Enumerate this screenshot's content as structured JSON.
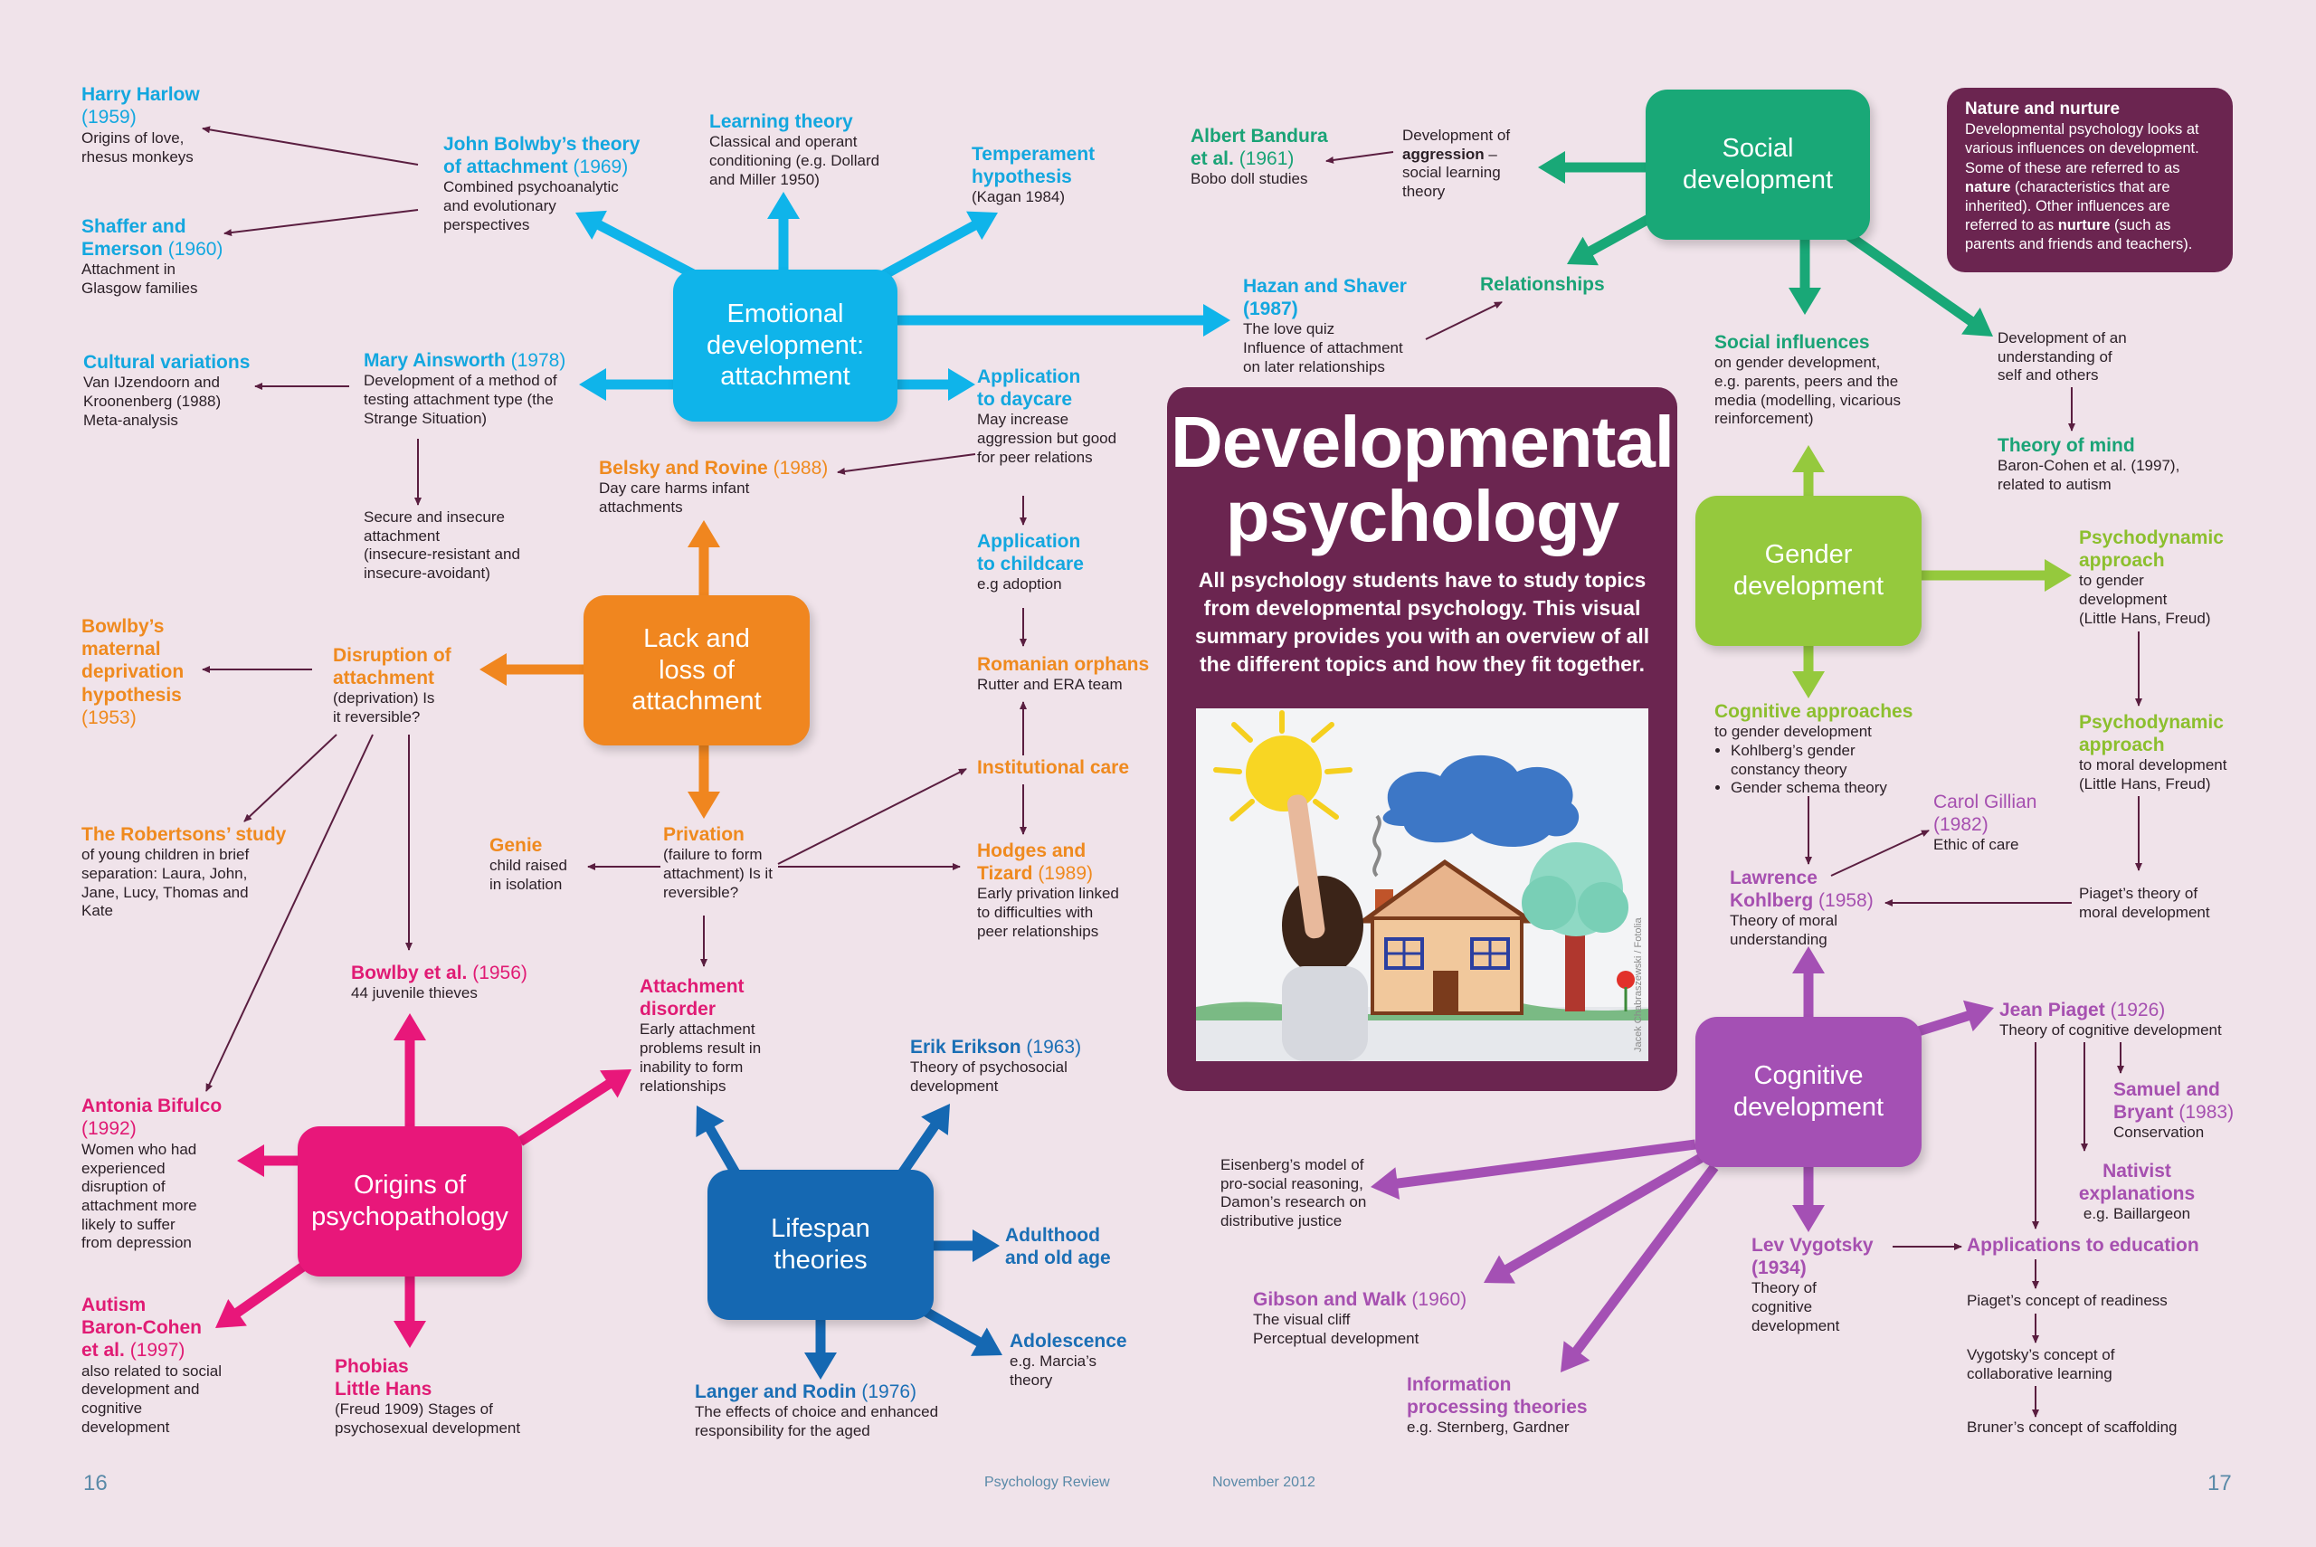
{
  "boxes": {
    "emotional": "Emotional\ndevelopment:\nattachment",
    "lack": "Lack and\nloss of\nattachment",
    "origins": "Origins of\npsychopathology",
    "lifespan": "Lifespan\ntheories",
    "social": "Social\ndevelopment",
    "gender": "Gender\ndevelopment",
    "cognitive": "Cognitive\ndevelopment"
  },
  "colors": {
    "background": "#f0e3ea",
    "emotional": "#0fb4ea",
    "lack": "#f0861f",
    "origins": "#e8177a",
    "lifespan": "#1568b2",
    "social": "#19a877",
    "gender": "#95c93d",
    "cognitive": "#a450b4",
    "central": "#6b2550"
  },
  "central": {
    "title": "Developmental\npsychology",
    "intro": "All psychology students have to study topics from developmental psychology. This visual summary provides you with an overview of all the different topics and how they fit together.",
    "credit": "Jacek Chabraszewski / Fotolia"
  },
  "nature": {
    "title": "Nature and nurture",
    "p1": "Developmental psychology looks at various influences on development. Some of these are referred to as ",
    "b1": "nature",
    "p2": " (characteristics that are inherited). Other influences are referred to as ",
    "b2": "nurture",
    "p3": " (such as parents and friends and teachers)."
  },
  "emotional": {
    "harlow": {
      "h": "Harry Harlow",
      "y": "(1959)",
      "d": "Origins of love,\nrhesus monkeys"
    },
    "shaffer": {
      "h": "Shaffer and\nEmerson",
      "y": "(1960)",
      "d": "Attachment in\nGlasgow families"
    },
    "bowlby": {
      "h": "John Bolwby’s theory\nof attachment",
      "y": "(1969)",
      "d": "Combined psychoanalytic\nand evolutionary\nperspectives"
    },
    "learning": {
      "h": "Learning theory",
      "d": "Classical and operant\nconditioning (e.g. Dollard\nand Miller 1950)"
    },
    "temperament": {
      "h": "Temperament\nhypothesis",
      "d": "(Kagan 1984)"
    },
    "cultural": {
      "h": "Cultural variations",
      "d": "Van IJzendoorn and\nKroonenberg (1988)\nMeta-analysis"
    },
    "ainsworth": {
      "h": "Mary Ainsworth",
      "y": "(1978)",
      "d": "Development of a method of\ntesting attachment type (the\nStrange Situation)"
    },
    "secure": {
      "d": "Secure and insecure\nattachment\n(insecure-resistant and\ninsecure-avoidant)"
    },
    "hazan": {
      "h": "Hazan and Shaver\n(1987)",
      "d": "The love quiz\nInfluence of attachment\non later relationships"
    },
    "daycare": {
      "h": "Application\nto daycare",
      "d": "May increase\naggression but good\nfor peer relations"
    },
    "childcare": {
      "h": "Application\nto childcare",
      "d": "e.g adoption"
    }
  },
  "lack": {
    "belsky": {
      "h": "Belsky and Rovine",
      "y": "(1988)",
      "d": "Day care harms infant\nattachments"
    },
    "maternal": {
      "h": "Bowlby’s\nmaternal\ndeprivation\nhypothesis",
      "y": "(1953)"
    },
    "disruption": {
      "h": "Disruption of\nattachment",
      "d": "(deprivation) Is\nit reversible?"
    },
    "robertsons": {
      "h": "The Robertsons’ study",
      "d": "of young children in brief\nseparation: Laura, John,\nJane, Lucy, Thomas and\nKate"
    },
    "genie": {
      "h": "Genie",
      "d": "child raised\nin isolation"
    },
    "privation": {
      "h": "Privation",
      "d": "(failure to form\nattachment) Is it\nreversible?"
    },
    "romanian": {
      "h": "Romanian orphans",
      "d": "Rutter and ERA team"
    },
    "institutional": {
      "h": "Institutional care"
    },
    "hodges": {
      "h": "Hodges and\nTizard",
      "y": "(1989)",
      "d": "Early privation linked\nto difficulties with\npeer relationships"
    }
  },
  "origins": {
    "bowlby56": {
      "h": "Bowlby et al.",
      "y": "(1956)",
      "d": "44 juvenile thieves"
    },
    "attachdis": {
      "h": "Attachment\ndisorder",
      "d": "Early attachment\nproblems result in\ninability to form\nrelationships"
    },
    "bifulco": {
      "h": "Antonia Bifulco",
      "y": "(1992)",
      "d": "Women who had\nexperienced\ndisruption of\nattachment more\nlikely to suffer\nfrom depression"
    },
    "autism": {
      "h": "Autism\nBaron-Cohen\net al.",
      "y": "(1997)",
      "d": "also related to social\ndevelopment and\ncognitive\ndevelopment"
    },
    "phobias": {
      "h": "Phobias\nLittle Hans",
      "d": "(Freud 1909) Stages of\npsychosexual development"
    }
  },
  "lifespan": {
    "erikson": {
      "h": "Erik Erikson",
      "y": "(1963)",
      "d": "Theory of psychosocial\ndevelopment"
    },
    "adulthood": {
      "h": "Adulthood\nand old age"
    },
    "adolescence": {
      "h": "Adolescence",
      "d": "e.g. Marcia’s\ntheory"
    },
    "langer": {
      "h": "Langer and Rodin",
      "y": "(1976)",
      "d": "The effects of choice and enhanced\nresponsibility for the aged"
    }
  },
  "social": {
    "bandura": {
      "h": "Albert Bandura\net al.",
      "y": "(1961)",
      "d": "Bobo doll studies"
    },
    "aggr_pre": "Development of",
    "aggr_bold": "aggression",
    "aggr_post": " –\nsocial learning\ntheory",
    "relationships": {
      "h": "Relationships"
    },
    "influences": {
      "h": "Social influences",
      "d": "on gender development,\ne.g. parents, peers and the\nmedia (modelling, vicarious\nreinforcement)"
    },
    "self": {
      "d": "Development of an\nunderstanding of\nself and others"
    },
    "tom": {
      "h": "Theory of mind",
      "d": "Baron-Cohen et al. (1997),\nrelated to autism"
    }
  },
  "gender": {
    "psychogender": {
      "h": "Psychodynamic\napproach",
      "d": "to gender\ndevelopment\n(Little Hans, Freud)"
    },
    "cogapp": {
      "h": "Cognitive approaches",
      "d": "to gender development",
      "bullets": [
        "Kohlberg’s gender constancy theory",
        "Gender schema theory"
      ]
    },
    "psychomoral": {
      "h": "Psychodynamic\napproach",
      "d": "to moral development\n(Little Hans, Freud)"
    },
    "gillian": {
      "h": "Carol Gillian\n(1982)",
      "d": "Ethic of care"
    },
    "kohlberg": {
      "h": "Lawrence\nKohlberg",
      "y": "(1958)",
      "d": "Theory of moral\nunderstanding"
    },
    "piagetmoral": {
      "d": "Piaget’s theory of\nmoral development"
    }
  },
  "cognitive": {
    "piaget": {
      "h": "Jean Piaget",
      "y": "(1926)",
      "d": "Theory of cognitive development"
    },
    "samuel": {
      "h": "Samuel and\nBryant",
      "y": "(1983)",
      "d": "Conservation"
    },
    "nativist": {
      "h": "Nativist\nexplanations",
      "d": "e.g. Baillargeon"
    },
    "eisenberg": {
      "d": "Eisenberg’s model of\npro-social reasoning,\nDamon’s research on\ndistributive justice"
    },
    "gibson": {
      "h": "Gibson and Walk",
      "y": "(1960)",
      "d": "The visual cliff\nPerceptual development"
    },
    "info": {
      "h": "Information\nprocessing theories",
      "d": "e.g. Sternberg, Gardner"
    },
    "vygotsky": {
      "h": "Lev Vygotsky\n(1934)",
      "d": "Theory of\ncognitive\ndevelopment"
    },
    "education": {
      "h": "Applications to education"
    },
    "readiness": {
      "d": "Piaget’s concept of readiness"
    },
    "collab": {
      "d": "Vygotsky’s concept of\ncollaborative learning"
    },
    "bruner": {
      "d": "Bruner’s concept of scaffolding"
    }
  },
  "footer": {
    "left_page": "16",
    "right_page": "17",
    "publication": "Psychology Review",
    "date": "November 2012"
  }
}
